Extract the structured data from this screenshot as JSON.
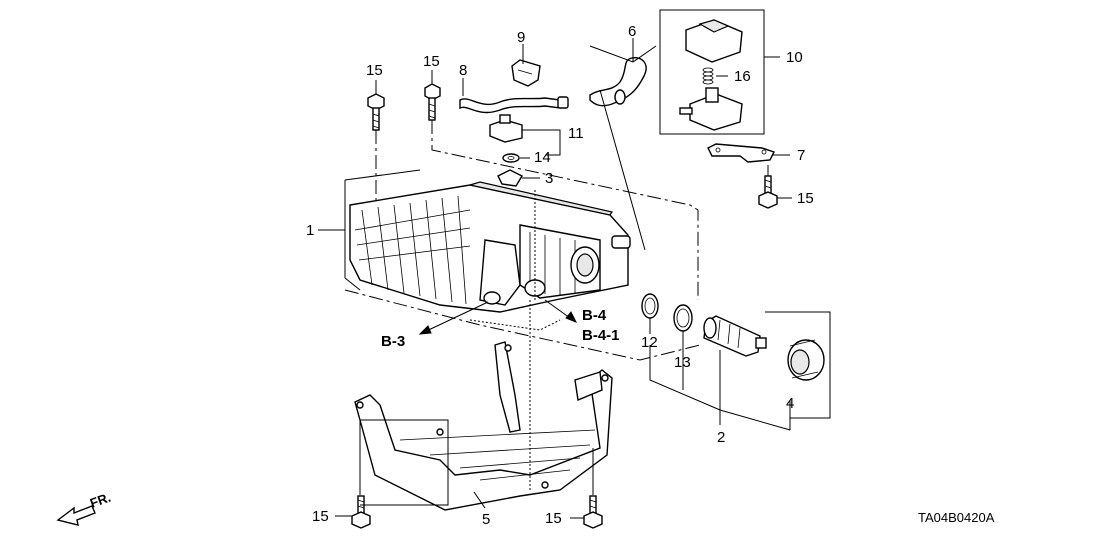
{
  "callouts": {
    "c1": "1",
    "c2": "2",
    "c3": "3",
    "c4": "4",
    "c5": "5",
    "c6": "6",
    "c7": "7",
    "c8": "8",
    "c9": "9",
    "c10": "10",
    "c11": "11",
    "c12": "12",
    "c13": "13",
    "c14": "14",
    "c15a": "15",
    "c15b": "15",
    "c15c": "15",
    "c15d": "15",
    "c15e": "15",
    "c16": "16"
  },
  "refs": {
    "b3": "B-3",
    "b4": "B-4",
    "b41": "B-4-1"
  },
  "direction_label": "FR.",
  "diagram_code": "TA04B0420A"
}
